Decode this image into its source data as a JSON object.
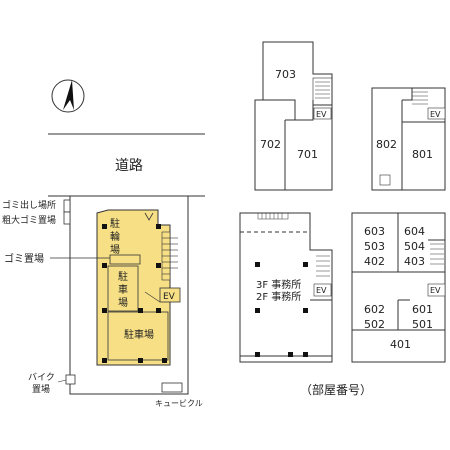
{
  "site": {
    "road_label": "道路",
    "garbage_out_label": "ゴミ出し場所",
    "bulky_garbage_label": "粗大ゴミ置場",
    "garbage_storage_label": "ゴミ置場",
    "bike_label_line1": "バイク",
    "bike_label_line2": "置場",
    "cubicle_label": "キュービクル",
    "bicycle_parking_chars": [
      "駐",
      "輪",
      "場"
    ],
    "parking_small_chars": [
      "駐",
      "車",
      "場"
    ],
    "parking_large_label": "駐車場",
    "ev_label": "EV",
    "north_arrow_icon": "north-arrow-icon",
    "highlight_color": "#f6df85"
  },
  "floor_plans": {
    "top_left": {
      "rooms": [
        "703",
        "702",
        "701"
      ],
      "ev_label": "EV"
    },
    "top_right": {
      "rooms": [
        "802",
        "801"
      ],
      "ev_label": "EV"
    },
    "bottom_left": {
      "office_3f": "3F 事務所",
      "office_2f": "2F 事務所",
      "ev_label": "EV"
    },
    "bottom_right": {
      "stack_left": [
        "603",
        "503",
        "402"
      ],
      "stack_right": [
        "604",
        "504",
        "403"
      ],
      "lower_left": [
        "602",
        "502"
      ],
      "lower_right": [
        "601",
        "501"
      ],
      "bottom": "401",
      "ev_label": "EV"
    },
    "caption": "（部屋番号）"
  }
}
